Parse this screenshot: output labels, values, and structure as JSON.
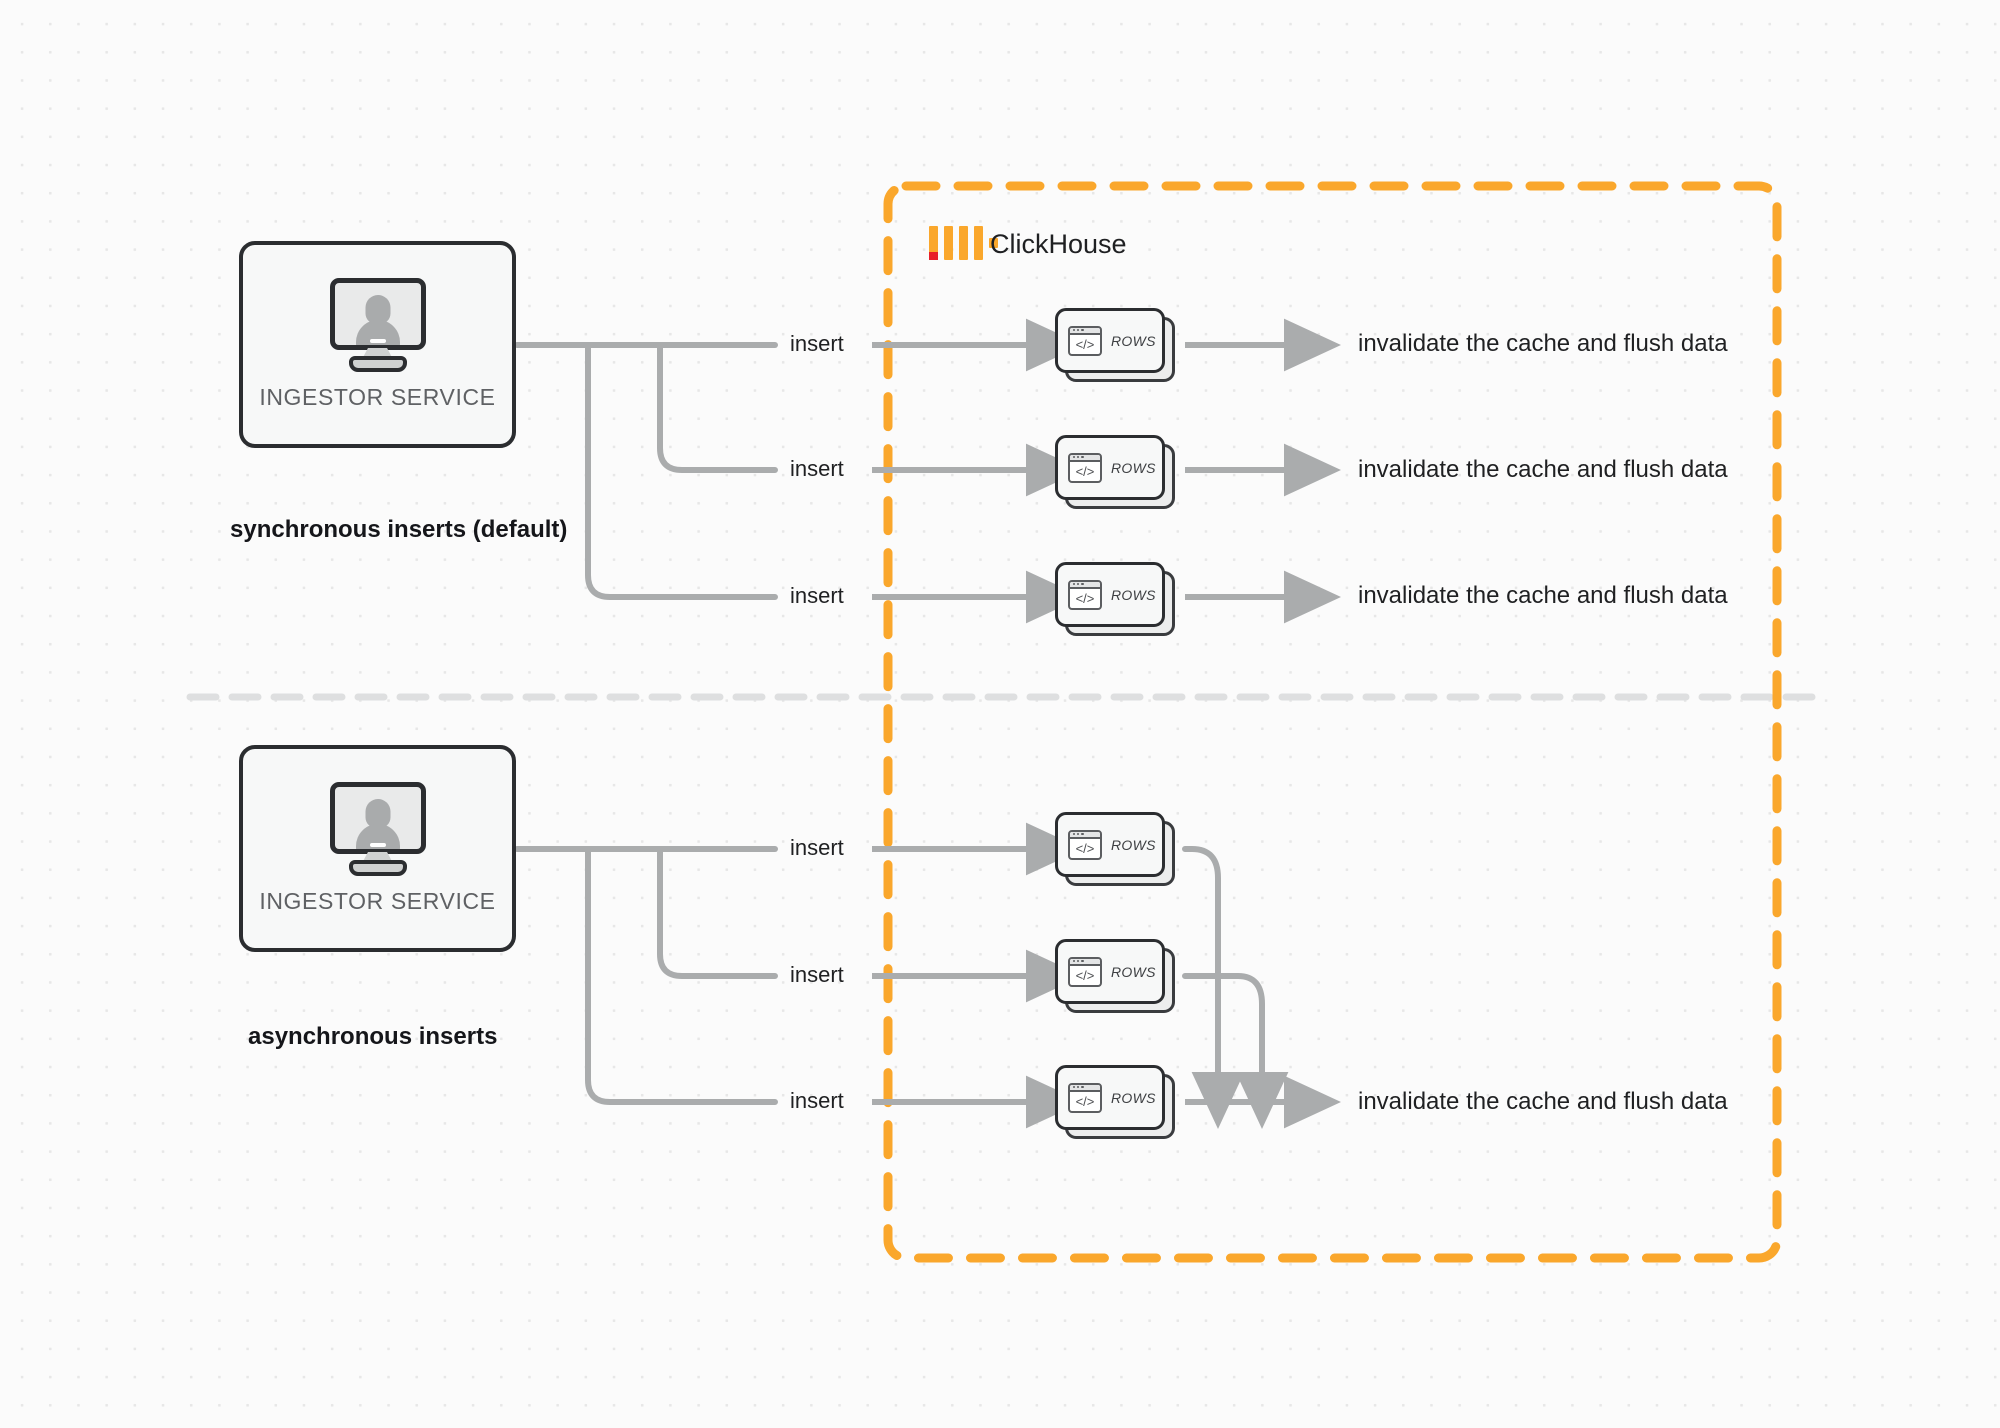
{
  "diagram": {
    "title": "ClickHouse synchronous vs asynchronous inserts",
    "background": "#fbfbfb",
    "accent_orange": "#faa72c",
    "line_gray": "#aaacad",
    "dot_grid": "#e7e7e7"
  },
  "boundary": {
    "name": "ClickHouse",
    "label": "ClickHouse",
    "color": "#faa72c",
    "style": "dashed"
  },
  "sections": [
    {
      "id": "sync",
      "label": "synchronous inserts (default)",
      "source": {
        "label": "INGESTOR SERVICE",
        "icon": "monitor-user-icon"
      },
      "edges": [
        {
          "label": "insert"
        },
        {
          "label": "insert"
        },
        {
          "label": "insert"
        }
      ],
      "nodes": [
        {
          "label": "ROWS",
          "icon": "code-window-icon"
        },
        {
          "label": "ROWS",
          "icon": "code-window-icon"
        },
        {
          "label": "ROWS",
          "icon": "code-window-icon"
        }
      ],
      "outputs": [
        {
          "label": "invalidate the cache and flush data"
        },
        {
          "label": "invalidate the cache and flush data"
        },
        {
          "label": "invalidate the cache and flush data"
        }
      ]
    },
    {
      "id": "async",
      "label": "asynchronous inserts",
      "source": {
        "label": "INGESTOR SERVICE",
        "icon": "monitor-user-icon"
      },
      "edges": [
        {
          "label": "insert"
        },
        {
          "label": "insert"
        },
        {
          "label": "insert"
        }
      ],
      "nodes": [
        {
          "label": "ROWS",
          "icon": "code-window-icon"
        },
        {
          "label": "ROWS",
          "icon": "code-window-icon"
        },
        {
          "label": "ROWS",
          "icon": "code-window-icon"
        }
      ],
      "outputs": [
        {
          "label": "invalidate the cache and flush data"
        }
      ]
    }
  ],
  "window_icon": {
    "code_glyph": "</>"
  }
}
